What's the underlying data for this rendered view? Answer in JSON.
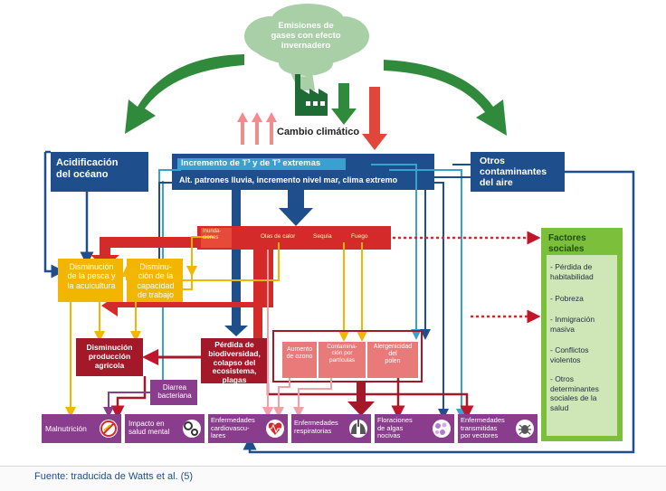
{
  "labels": {
    "emissions": "Emisiones de\ngases con efecto\ninvernadero",
    "climate_change": "Cambio climático",
    "ocean_acidification": "Acidificación\ndel océano",
    "temperature_increase": "Incremento de T³ y de T³ extremas",
    "rain_patterns": "Alt. patrones lluvia, incremento nivel mar, clima extremo",
    "other_pollutants": "Otros\ncontaminantes\ndel aire",
    "floods": "Inunda-\nciones",
    "heat_waves": "Olas de calor",
    "drought": "Sequía",
    "fire": "Fuego",
    "fishing_decline": "Disminución\nde la pesca y\nla acuicultura",
    "work_capacity": "Disminu-\nción de la\ncapacidad\nde trabajo",
    "agricultural_decline": "Disminución\nproducción\nagrícola",
    "biodiversity_loss": "Pérdida de\nbiodiversidad,\ncolapso del\necosistema, plagas",
    "ozone": "Aumento\nde ozono",
    "particles": "Contamina-\nción por\npartículas",
    "pollen": "Alergenicidad\ndel\npolen",
    "diarrhea": "Diarrea\nbacteriana",
    "malnutrition": "Malnutrición",
    "mental_health": "Impacto en\nsalud mental",
    "cardiovascular": "Enfermedades\ncardiovascu-\nlares",
    "respiratory": "Enfermedades\nrespiratorias",
    "algae_blooms": "Floraciones\nde algas\nnocivas",
    "vector_diseases": "Enfermedades\ntransmitidas\npor vectores"
  },
  "social_factors": {
    "title": "Factores\nsociales",
    "items": [
      "- Pérdida de\nhabitabilidad",
      "- Pobreza",
      "- Inmigración\nmasiva",
      "- Conflictos\nviolentos",
      "- Otros\ndeterminantes\nsociales de la\nsalud"
    ]
  },
  "source": "Fuente: traducida de Watts et al. (5)",
  "colors": {
    "dark_blue": "#1f4e8c",
    "light_blue": "#3aa0d0",
    "red": "#d42a2a",
    "dark_red": "#a3192a",
    "yellow": "#f2b600",
    "purple": "#8a3d8c",
    "green": "#2f8a3c",
    "social_green": "#7cbf3a"
  },
  "icons": [
    "factory-icon",
    "no-food-icon",
    "gears-icon",
    "heart-icon",
    "lungs-icon",
    "algae-icon",
    "tick-icon"
  ]
}
